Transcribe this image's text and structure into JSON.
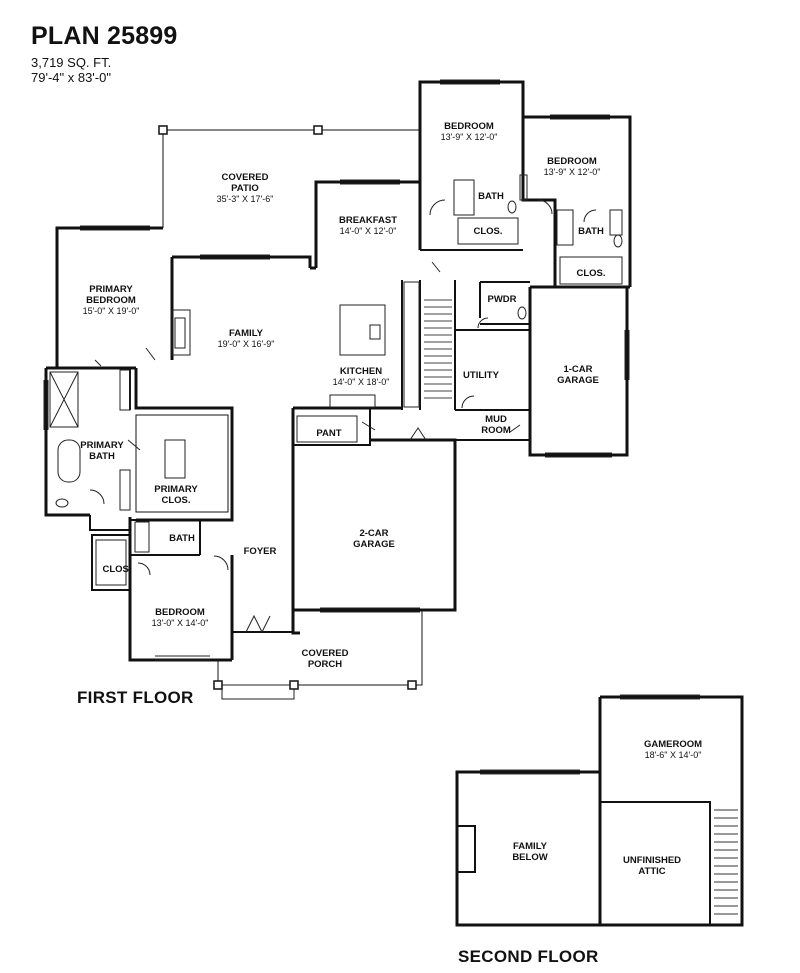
{
  "header": {
    "title": "PLAN 25899",
    "area": "3,719 SQ. FT.",
    "dimensions": "79'-4\" x 83'-0\""
  },
  "floors": {
    "first": "FIRST FLOOR",
    "second": "SECOND FLOOR"
  },
  "rooms": {
    "covered_patio": {
      "name1": "COVERED",
      "name2": "PATIO",
      "dim": "35'-3\" X 17'-6\""
    },
    "breakfast": {
      "name1": "BREAKFAST",
      "dim": "14'-0\" X 12'-0\""
    },
    "bedroom_a": {
      "name1": "BEDROOM",
      "dim": "13'-9\" X 12'-0\""
    },
    "bedroom_b": {
      "name1": "BEDROOM",
      "dim": "13'-9\" X 12'-0\""
    },
    "bath_a": {
      "name1": "BATH"
    },
    "clos_a": {
      "name1": "CLOS."
    },
    "bath_b": {
      "name1": "BATH"
    },
    "clos_b": {
      "name1": "CLOS."
    },
    "primary_bedroom": {
      "name1": "PRIMARY",
      "name2": "BEDROOM",
      "dim": "15'-0\" X 19'-0\""
    },
    "family": {
      "name1": "FAMILY",
      "dim": "19'-0\" X 16'-9\""
    },
    "pwdr": {
      "name1": "PWDR"
    },
    "kitchen": {
      "name1": "KITCHEN",
      "dim": "14'-0\" X 18'-0\""
    },
    "utility": {
      "name1": "UTILITY"
    },
    "garage_1car": {
      "name1": "1-CAR",
      "name2": "GARAGE"
    },
    "primary_bath": {
      "name1": "PRIMARY",
      "name2": "BATH"
    },
    "primary_clos": {
      "name1": "PRIMARY",
      "name2": "CLOS."
    },
    "pant": {
      "name1": "PANT"
    },
    "mud_room": {
      "name1": "MUD",
      "name2": "ROOM"
    },
    "garage_2car": {
      "name1": "2-CAR",
      "name2": "GARAGE"
    },
    "bath_c": {
      "name1": "BATH"
    },
    "foyer": {
      "name1": "FOYER"
    },
    "clos_c": {
      "name1": "CLOS."
    },
    "bedroom_c": {
      "name1": "BEDROOM",
      "dim": "13'-0\" X 14'-0\""
    },
    "covered_porch": {
      "name1": "COVERED",
      "name2": "PORCH"
    },
    "gameroom": {
      "name1": "GAMEROOM",
      "dim": "18'-6\" X 14'-0\""
    },
    "family_below": {
      "name1": "FAMILY",
      "name2": "BELOW"
    },
    "unfinished_attic": {
      "name1": "UNFINISHED",
      "name2": "ATTIC"
    }
  }
}
